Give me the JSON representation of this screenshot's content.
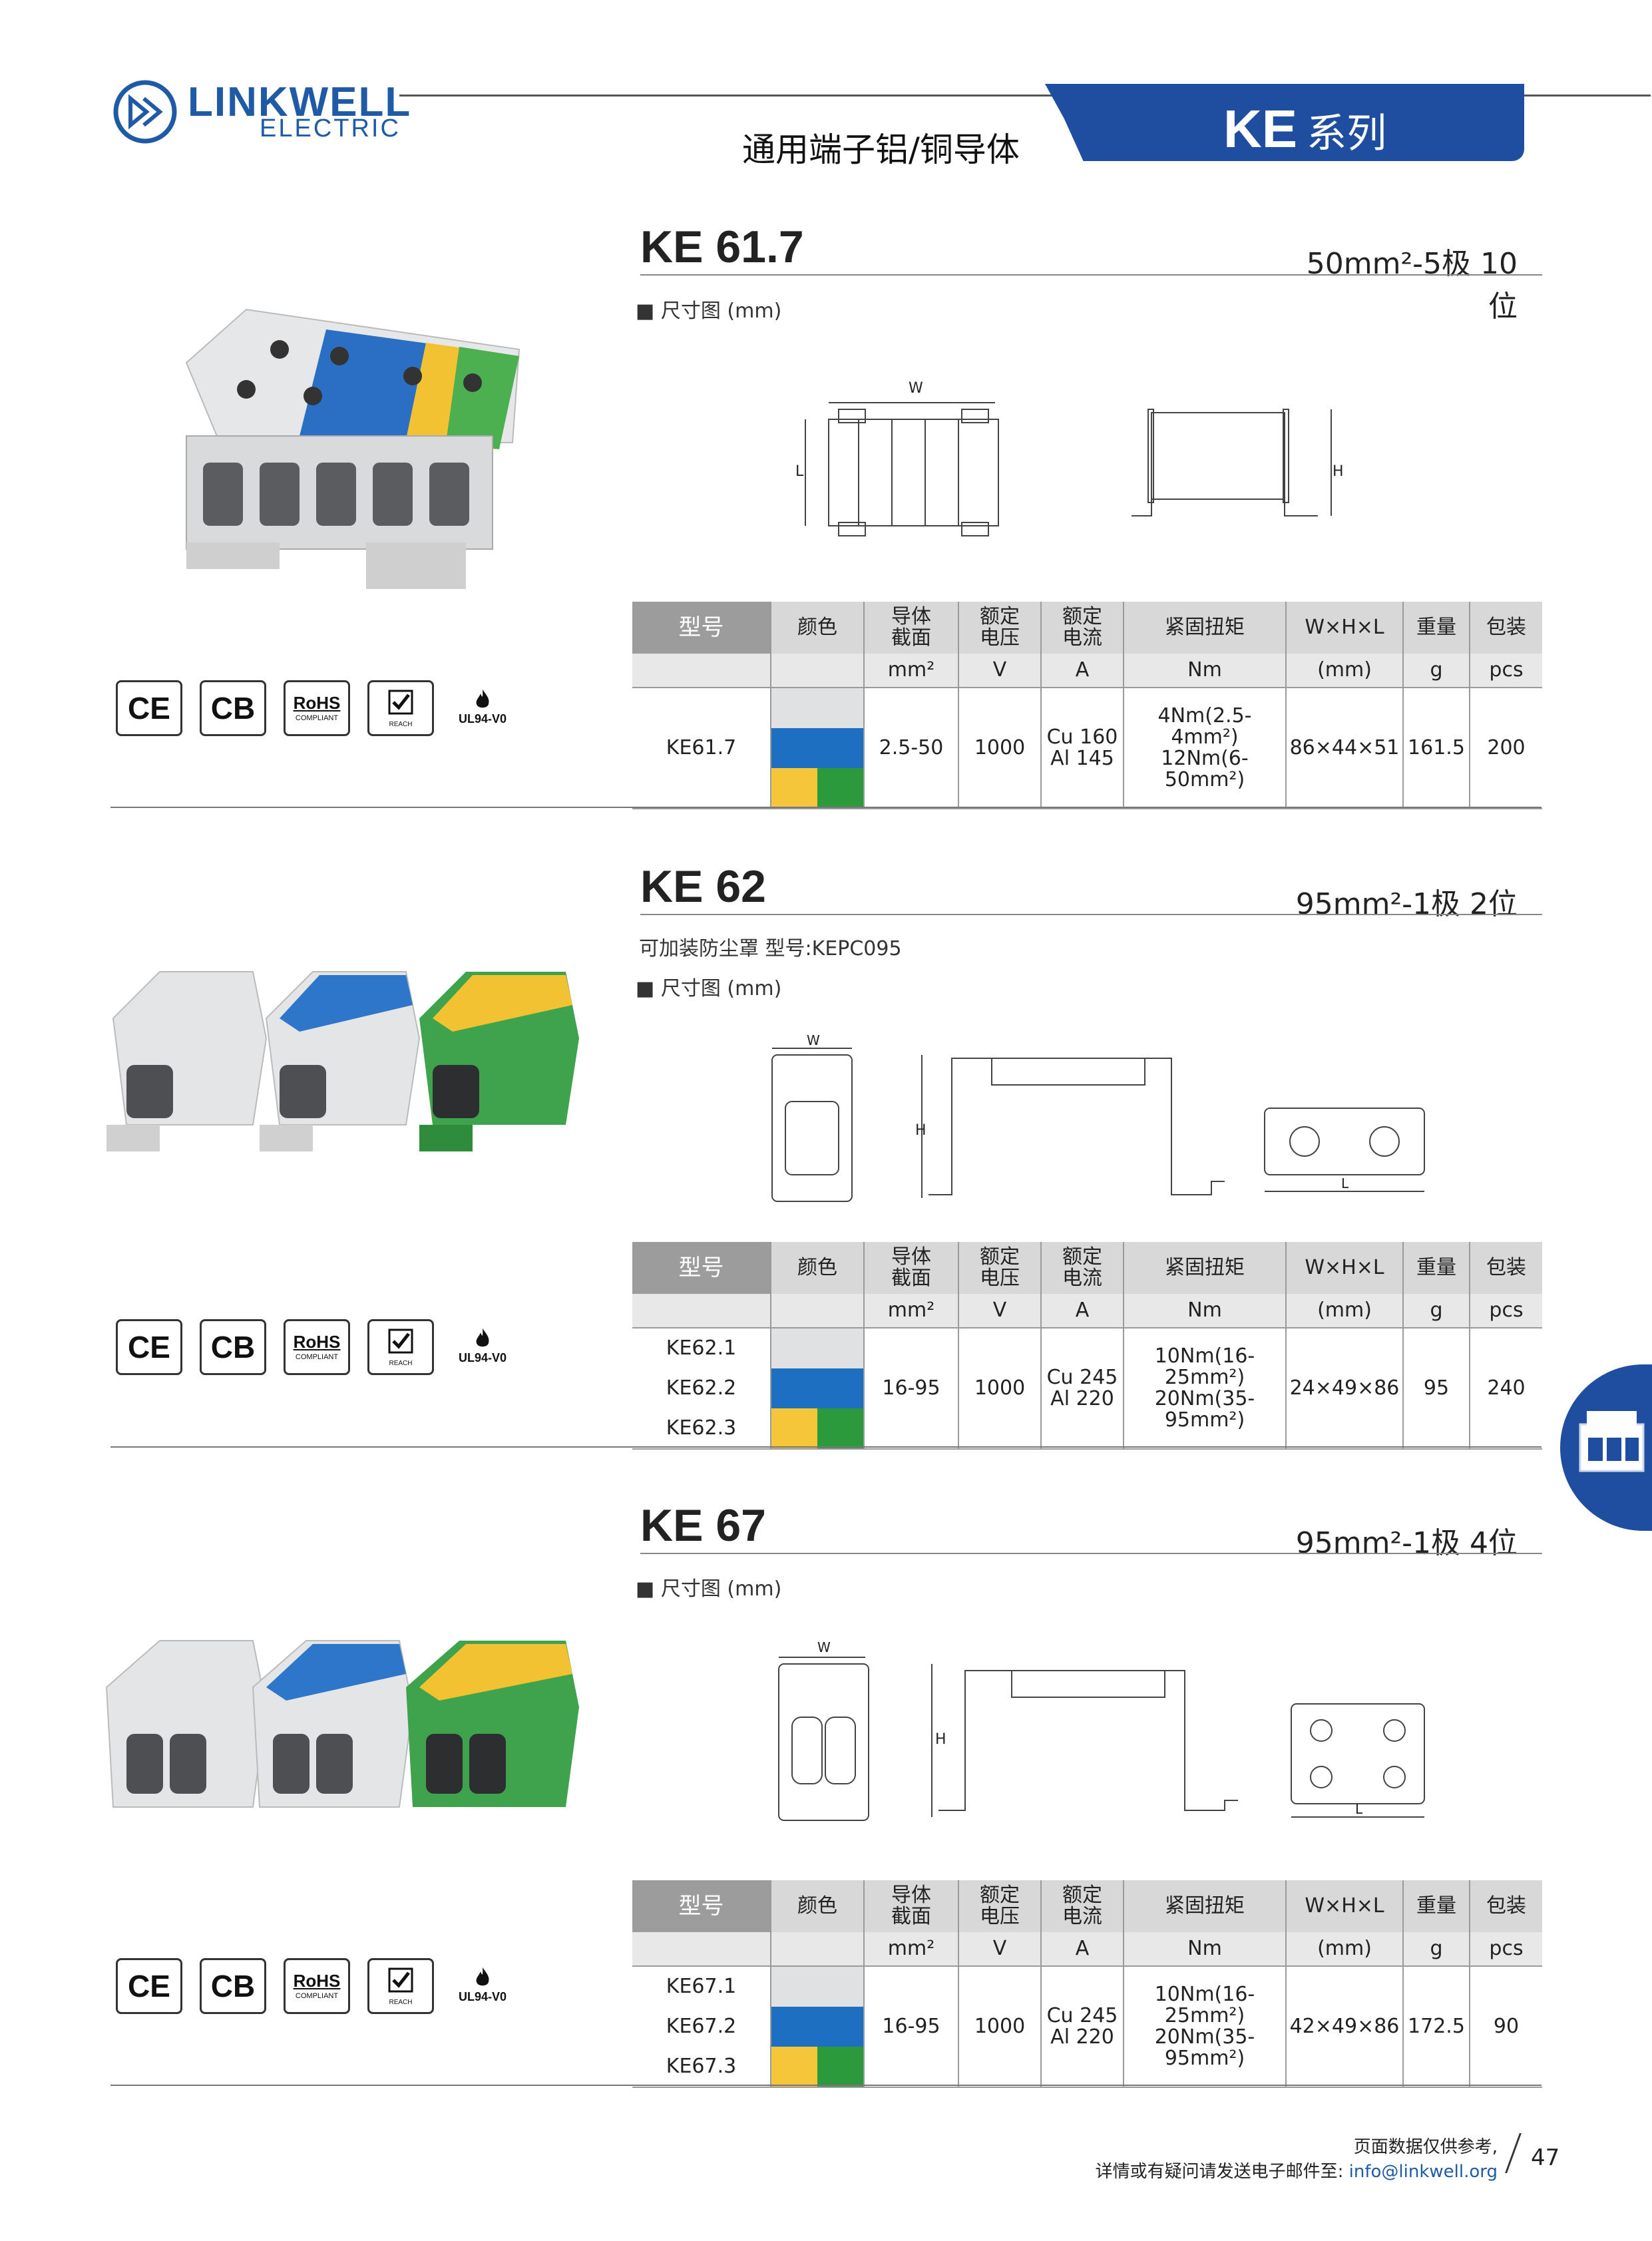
{
  "header": {
    "brand_line1": "LINKWELL",
    "brand_line2": "ELECTRIC",
    "category": "通用端子铝/铜导体",
    "series_main": "KE",
    "series_sub": "系列"
  },
  "table_headers": {
    "model": "型号",
    "color": "颜色",
    "section": "导体截面",
    "voltage": "额定电压",
    "current": "额定电流",
    "torque": "紧固扭矩",
    "dims": "W×H×L",
    "weight": "重量",
    "pack": "包装"
  },
  "table_units": {
    "section": "mm²",
    "voltage": "V",
    "current": "A",
    "torque": "Nm",
    "dims": "(mm)",
    "weight": "g",
    "pack": "pcs"
  },
  "dim_labels": {
    "w": "W",
    "h": "H",
    "l": "L"
  },
  "certifications": [
    "CE",
    "CB",
    "RoHS",
    "REACH",
    "UL94-V0"
  ],
  "rohs_sub": "COMPLIANT",
  "sections": [
    {
      "model": "KE 61.7",
      "spec": "50mm²-5极 10位",
      "note": "",
      "dim_label": "■ 尺寸图 (mm)",
      "rows": [
        "KE61.7"
      ],
      "section": "2.5-50",
      "voltage": "1000",
      "current_cu": "Cu 160",
      "current_al": "Al 145",
      "torque1": "4Nm(2.5-4mm²)",
      "torque2": "12Nm(6-50mm²)",
      "dims": "86×44×51",
      "weight": "161.5",
      "pack": "200"
    },
    {
      "model": "KE 62",
      "spec": "95mm²-1极 2位",
      "note": "可加装防尘罩  型号:KEPC095",
      "dim_label": "■ 尺寸图 (mm)",
      "rows": [
        "KE62.1",
        "KE62.2",
        "KE62.3"
      ],
      "section": "16-95",
      "voltage": "1000",
      "current_cu": "Cu 245",
      "current_al": "Al 220",
      "torque1": "10Nm(16-25mm²)",
      "torque2": "20Nm(35-95mm²)",
      "dims": "24×49×86",
      "weight": "95",
      "pack": "240"
    },
    {
      "model": "KE 67",
      "spec": "95mm²-1极 4位",
      "note": "",
      "dim_label": "■ 尺寸图 (mm)",
      "rows": [
        "KE67.1",
        "KE67.2",
        "KE67.3"
      ],
      "section": "16-95",
      "voltage": "1000",
      "current_cu": "Cu 245",
      "current_al": "Al 220",
      "torque1": "10Nm(16-25mm²)",
      "torque2": "20Nm(35-95mm²)",
      "dims": "42×49×86",
      "weight": "172.5",
      "pack": "90"
    }
  ],
  "colors": {
    "brand_blue": "#1f4ea0",
    "swatch_grey": "#dfe1e2",
    "swatch_blue": "#1d6fc2",
    "swatch_yellow": "#f5c63a",
    "swatch_green": "#2a9a3c"
  },
  "footer": {
    "line1": "页面数据仅供参考,",
    "line2_prefix": "详情或有疑问请发送电子邮件至: ",
    "email": "info@linkwell.org",
    "page": "47"
  }
}
